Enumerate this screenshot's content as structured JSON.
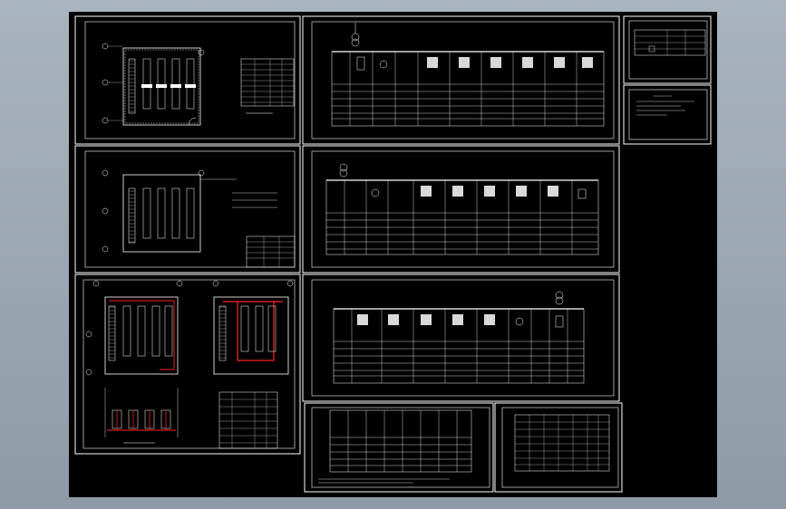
{
  "app": {
    "viewport_label": ""
  },
  "colors": {
    "outer_bg": "#9aa5b0",
    "model_space": "#000000",
    "line": "#ffffff",
    "highlight": "#ff2020"
  },
  "sheets": [
    {
      "id": "plan-1",
      "label": "",
      "kind": "room-plan"
    },
    {
      "id": "plan-2",
      "label": "",
      "kind": "room-plan"
    },
    {
      "id": "plan-3",
      "label": "",
      "kind": "grounding-plan"
    },
    {
      "id": "sld-1",
      "label": "",
      "kind": "single-line-diagram"
    },
    {
      "id": "sld-2",
      "label": "",
      "kind": "single-line-diagram"
    },
    {
      "id": "sld-3",
      "label": "",
      "kind": "single-line-diagram"
    },
    {
      "id": "legend",
      "label": "",
      "kind": "legend-table"
    },
    {
      "id": "notes",
      "label": "",
      "kind": "notes"
    },
    {
      "id": "sld-4",
      "label": "",
      "kind": "single-line-diagram"
    },
    {
      "id": "schedule",
      "label": "",
      "kind": "schedule-table"
    }
  ]
}
